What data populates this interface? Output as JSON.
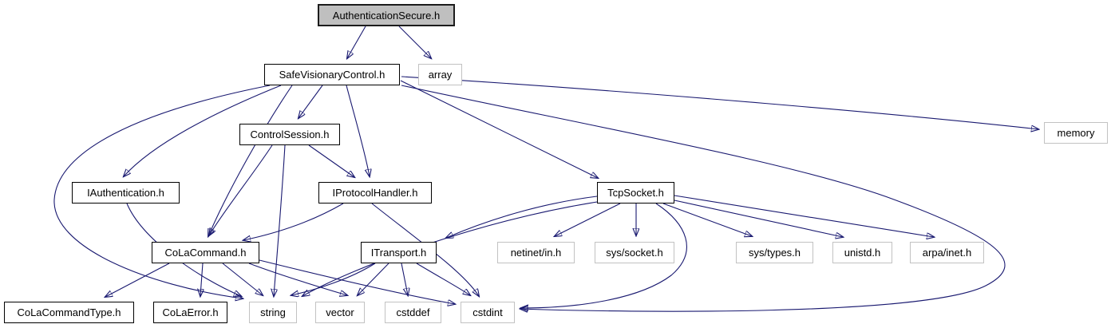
{
  "diagram": {
    "type": "include-dependency-graph",
    "root": "AuthenticationSecure.h",
    "colors": {
      "edge": "#191970",
      "root_fill": "#bfbfbf",
      "project_border": "#000000",
      "system_border": "#c2c2c2",
      "background": "#ffffff"
    },
    "nodes": [
      {
        "label": "AuthenticationSecure.h",
        "kind": "main"
      },
      {
        "label": "SafeVisionaryControl.h",
        "kind": "project"
      },
      {
        "label": "array",
        "kind": "system"
      },
      {
        "label": "ControlSession.h",
        "kind": "project"
      },
      {
        "label": "memory",
        "kind": "system"
      },
      {
        "label": "IAuthentication.h",
        "kind": "project"
      },
      {
        "label": "IProtocolHandler.h",
        "kind": "project"
      },
      {
        "label": "TcpSocket.h",
        "kind": "project"
      },
      {
        "label": "CoLaCommand.h",
        "kind": "project"
      },
      {
        "label": "ITransport.h",
        "kind": "project"
      },
      {
        "label": "netinet/in.h",
        "kind": "system"
      },
      {
        "label": "sys/socket.h",
        "kind": "system"
      },
      {
        "label": "sys/types.h",
        "kind": "system"
      },
      {
        "label": "unistd.h",
        "kind": "system"
      },
      {
        "label": "arpa/inet.h",
        "kind": "system"
      },
      {
        "label": "CoLaCommandType.h",
        "kind": "project"
      },
      {
        "label": "CoLaError.h",
        "kind": "project"
      },
      {
        "label": "string",
        "kind": "system"
      },
      {
        "label": "vector",
        "kind": "system"
      },
      {
        "label": "cstddef",
        "kind": "system"
      },
      {
        "label": "cstdint",
        "kind": "system"
      }
    ],
    "edges": [
      {
        "from": "AuthenticationSecure.h",
        "to": "SafeVisionaryControl.h"
      },
      {
        "from": "AuthenticationSecure.h",
        "to": "array"
      },
      {
        "from": "SafeVisionaryControl.h",
        "to": "ControlSession.h"
      },
      {
        "from": "SafeVisionaryControl.h",
        "to": "IAuthentication.h"
      },
      {
        "from": "SafeVisionaryControl.h",
        "to": "IProtocolHandler.h"
      },
      {
        "from": "SafeVisionaryControl.h",
        "to": "TcpSocket.h"
      },
      {
        "from": "SafeVisionaryControl.h",
        "to": "CoLaCommand.h"
      },
      {
        "from": "SafeVisionaryControl.h",
        "to": "string"
      },
      {
        "from": "SafeVisionaryControl.h",
        "to": "memory"
      },
      {
        "from": "SafeVisionaryControl.h",
        "to": "cstdint"
      },
      {
        "from": "ControlSession.h",
        "to": "CoLaCommand.h"
      },
      {
        "from": "ControlSession.h",
        "to": "IProtocolHandler.h"
      },
      {
        "from": "ControlSession.h",
        "to": "string"
      },
      {
        "from": "IAuthentication.h",
        "to": "string"
      },
      {
        "from": "IProtocolHandler.h",
        "to": "CoLaCommand.h"
      },
      {
        "from": "IProtocolHandler.h",
        "to": "cstdint"
      },
      {
        "from": "CoLaCommand.h",
        "to": "CoLaCommandType.h"
      },
      {
        "from": "CoLaCommand.h",
        "to": "CoLaError.h"
      },
      {
        "from": "CoLaCommand.h",
        "to": "string"
      },
      {
        "from": "CoLaCommand.h",
        "to": "vector"
      },
      {
        "from": "CoLaCommand.h",
        "to": "cstdint"
      },
      {
        "from": "ITransport.h",
        "to": "string"
      },
      {
        "from": "ITransport.h",
        "to": "vector"
      },
      {
        "from": "ITransport.h",
        "to": "cstddef"
      },
      {
        "from": "ITransport.h",
        "to": "cstdint"
      },
      {
        "from": "TcpSocket.h",
        "to": "ITransport.h"
      },
      {
        "from": "TcpSocket.h",
        "to": "string"
      },
      {
        "from": "TcpSocket.h",
        "to": "netinet/in.h"
      },
      {
        "from": "TcpSocket.h",
        "to": "sys/socket.h"
      },
      {
        "from": "TcpSocket.h",
        "to": "cstdint"
      },
      {
        "from": "TcpSocket.h",
        "to": "sys/types.h"
      },
      {
        "from": "TcpSocket.h",
        "to": "unistd.h"
      },
      {
        "from": "TcpSocket.h",
        "to": "arpa/inet.h"
      }
    ]
  }
}
